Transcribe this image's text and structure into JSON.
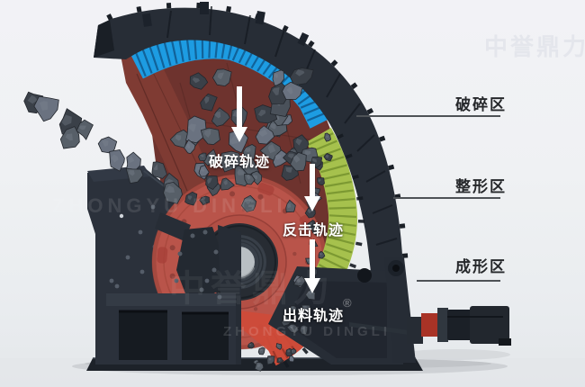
{
  "diagram": {
    "zones": [
      {
        "label": "破碎区"
      },
      {
        "label": "整形区"
      },
      {
        "label": "成形区"
      }
    ],
    "trajectories": [
      {
        "label": "破碎轨迹"
      },
      {
        "label": "反击轨迹"
      },
      {
        "label": "出料轨迹"
      }
    ],
    "watermark": {
      "cn": "中誉鼎力",
      "en": "ZHONGYU DINGLI",
      "reg": "®"
    }
  },
  "colors": {
    "background": "#eff1f4",
    "housing": "#272d36",
    "housing_dark": "#1a1f26",
    "chamber": "#6e332e",
    "chute": "#7f3b33",
    "blue_liner": "#1d9ce2",
    "blue_ridge": "#0d4c7e",
    "green_liner": "#a6c14d",
    "green_ridge": "#6d8a28",
    "red_liner": "#cd4b39",
    "red_ridge": "#8f2f22",
    "rotor": "#b9544a",
    "rotor_detail": "#93413a",
    "hub_outer": "#272c33",
    "hub_mid": "#383f48",
    "hub_bore": "#b9bfc3",
    "frame": "#2b313b",
    "frame_dark": "#161b21",
    "base": "#1d2229",
    "rock_1": "#3a4048",
    "rock_2": "#4a515a",
    "rock_3": "#575f68",
    "rock_4": "#6a7280",
    "arrow": "#ffffff",
    "zone_text": "#26282b",
    "leader_line": "#4e5256"
  }
}
